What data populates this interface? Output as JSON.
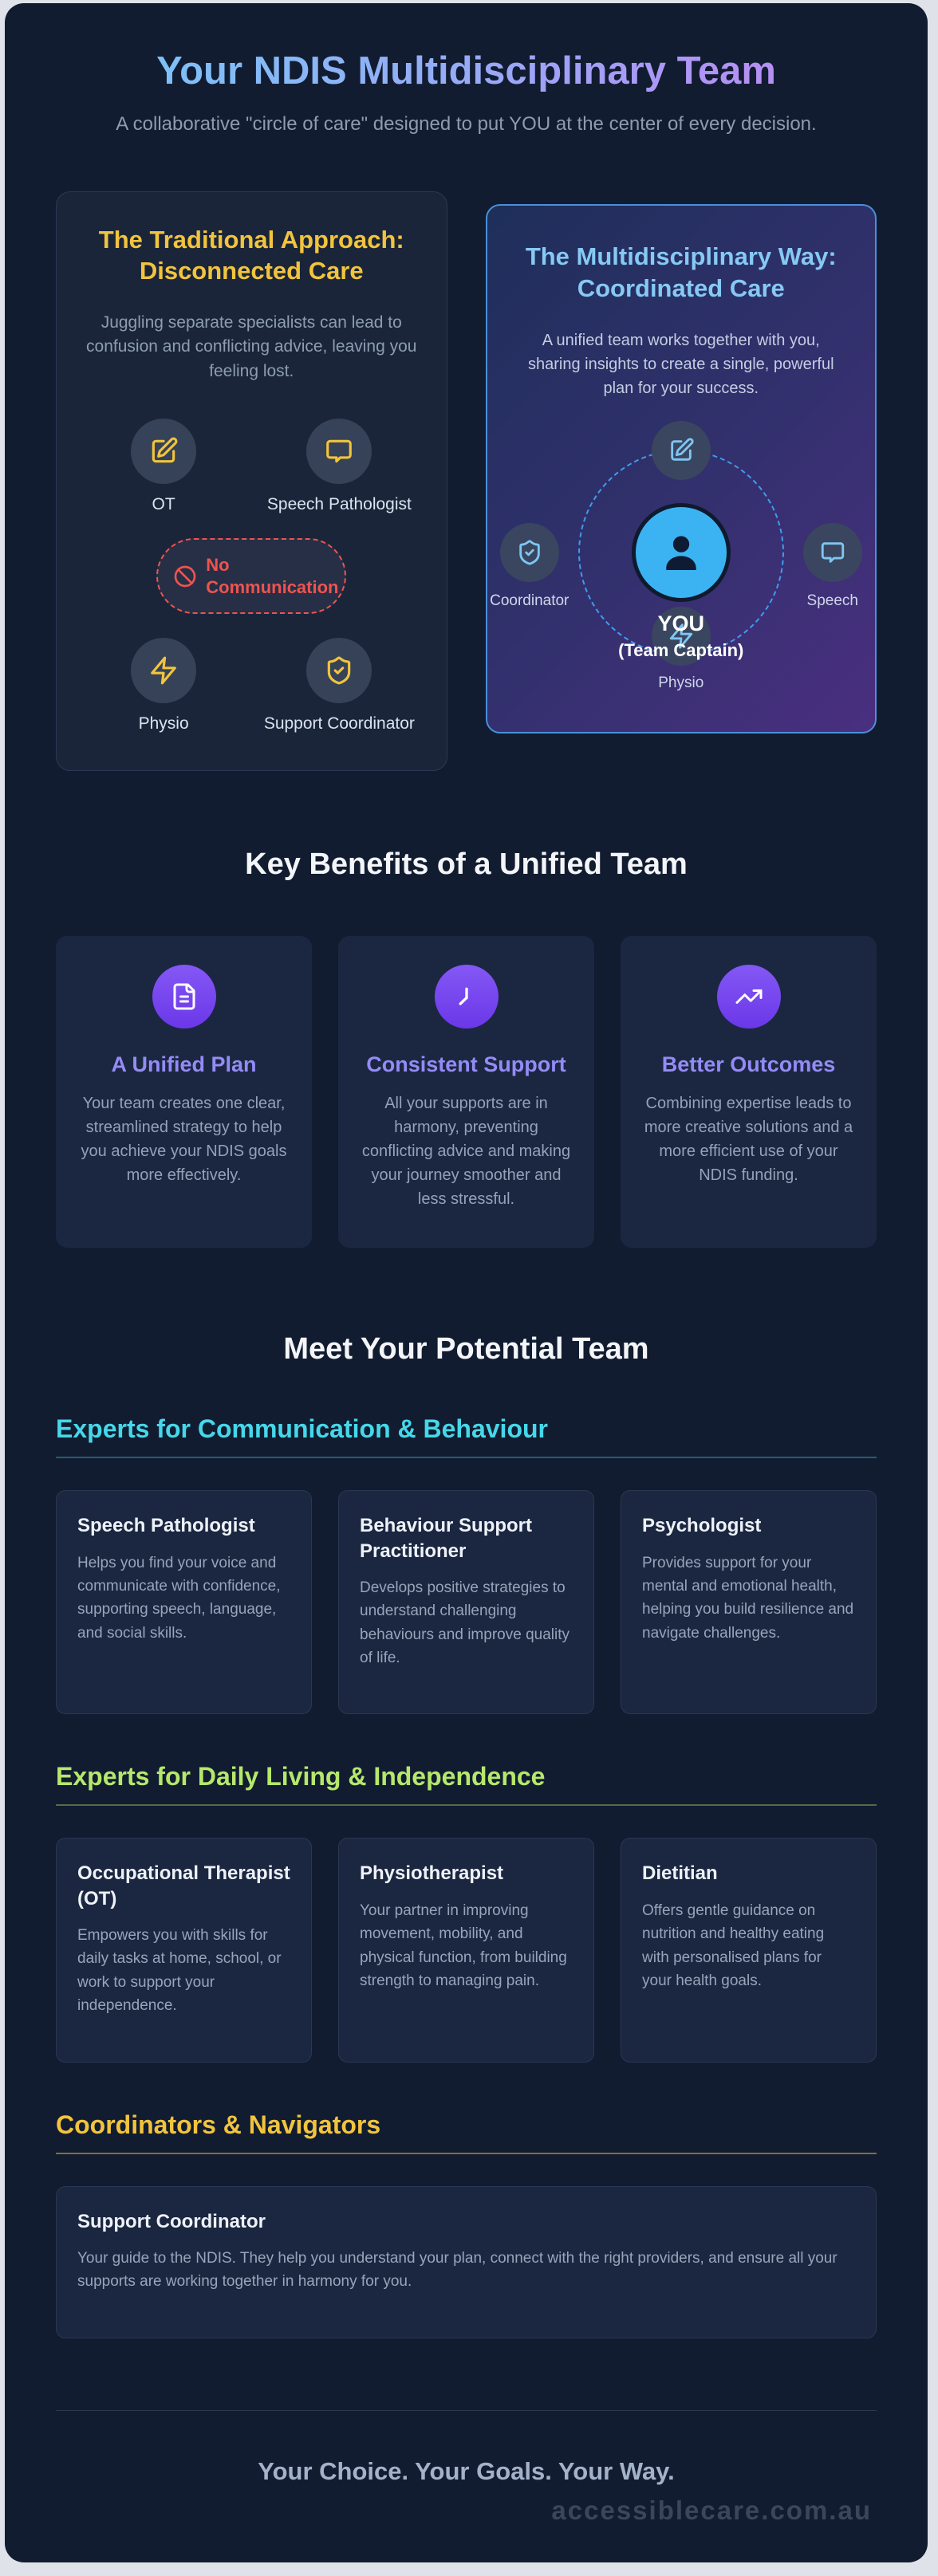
{
  "header": {
    "title": "Your NDIS Multidisciplinary Team",
    "subtitle": "A collaborative \"circle of care\" designed to put YOU at the center of every decision."
  },
  "comparison": {
    "traditional": {
      "title": "The Traditional Approach: Disconnected Care",
      "description": "Juggling separate specialists can lead to confusion and conflicting advice, leaving you feeling lost.",
      "no_communication": "No Communication",
      "specialists": [
        {
          "label": "OT",
          "icon": "edit-icon"
        },
        {
          "label": "Speech Pathologist",
          "icon": "speech-bubble-icon"
        },
        {
          "label": "Physio",
          "icon": "lightning-icon"
        },
        {
          "label": "Support Coordinator",
          "icon": "shield-check-icon"
        }
      ]
    },
    "coordinated": {
      "title": "The Multidisciplinary Way: Coordinated Care",
      "description": "A unified team works together with you, sharing insights to create a single, powerful plan for your success.",
      "center_label": "YOU",
      "center_sublabel": "(Team Captain)",
      "satellites": [
        {
          "label": "",
          "icon": "edit-icon",
          "position": "top"
        },
        {
          "label": "Coordinator",
          "icon": "shield-check-icon",
          "position": "left"
        },
        {
          "label": "Speech",
          "icon": "speech-bubble-icon",
          "position": "right"
        },
        {
          "label": "Physio",
          "icon": "lightning-icon",
          "position": "bottom"
        }
      ]
    }
  },
  "benefits": {
    "heading": "Key Benefits of a Unified Team",
    "items": [
      {
        "icon": "document-icon",
        "title": "A Unified Plan",
        "description": "Your team creates one clear, streamlined strategy to help you achieve your NDIS goals more effectively."
      },
      {
        "icon": "clock-icon",
        "title": "Consistent Support",
        "description": "All your supports are in harmony, preventing conflicting advice and making your journey smoother and less stressful."
      },
      {
        "icon": "trending-up-icon",
        "title": "Better Outcomes",
        "description": "Combining expertise leads to more creative solutions and a more efficient use of your NDIS funding."
      }
    ]
  },
  "team": {
    "heading": "Meet Your Potential Team",
    "categories": [
      {
        "title": "Experts for Communication & Behaviour",
        "accent_color": "#45d8ea",
        "members": [
          {
            "name": "Speech Pathologist",
            "description": "Helps you find your voice and communicate with confidence, supporting speech, language, and social skills."
          },
          {
            "name": "Behaviour Support Practitioner",
            "description": "Develops positive strategies to understand challenging behaviours and improve quality of life."
          },
          {
            "name": "Psychologist",
            "description": "Provides support for your mental and emotional health, helping you build resilience and navigate challenges."
          }
        ]
      },
      {
        "title": "Experts for Daily Living & Independence",
        "accent_color": "#b5e86b",
        "members": [
          {
            "name": "Occupational Therapist (OT)",
            "description": "Empowers you with skills for daily tasks at home, school, or work to support your independence."
          },
          {
            "name": "Physiotherapist",
            "description": "Your partner in improving movement, mobility, and physical function, from building strength to managing pain."
          },
          {
            "name": "Dietitian",
            "description": "Offers gentle guidance on nutrition and healthy eating with personalised plans for your health goals."
          }
        ]
      },
      {
        "title": "Coordinators & Navigators",
        "accent_color": "#f2c43d",
        "members": [
          {
            "name": "Support Coordinator",
            "description": "Your guide to the NDIS. They help you understand your plan, connect with the right providers, and ensure all your supports are working together in harmony for you."
          }
        ]
      }
    ]
  },
  "footer": {
    "tagline": "Your Choice. Your Goals. Your Way.",
    "watermark": "accessiblecare.com.au"
  },
  "colors": {
    "page_background": "#dfe3e9",
    "canvas_background": "#121c30",
    "card_background": "#1a2539",
    "panel_background": "#1b2740",
    "amber_accent": "#f2c43d",
    "cyan_accent": "#45d8ea",
    "light_blue_accent": "#86c9f4",
    "purple_accent": "#948bf6",
    "lime_accent": "#b5e86b",
    "red_accent": "#ef5350",
    "center_circle_blue": "#3bb3f2"
  }
}
